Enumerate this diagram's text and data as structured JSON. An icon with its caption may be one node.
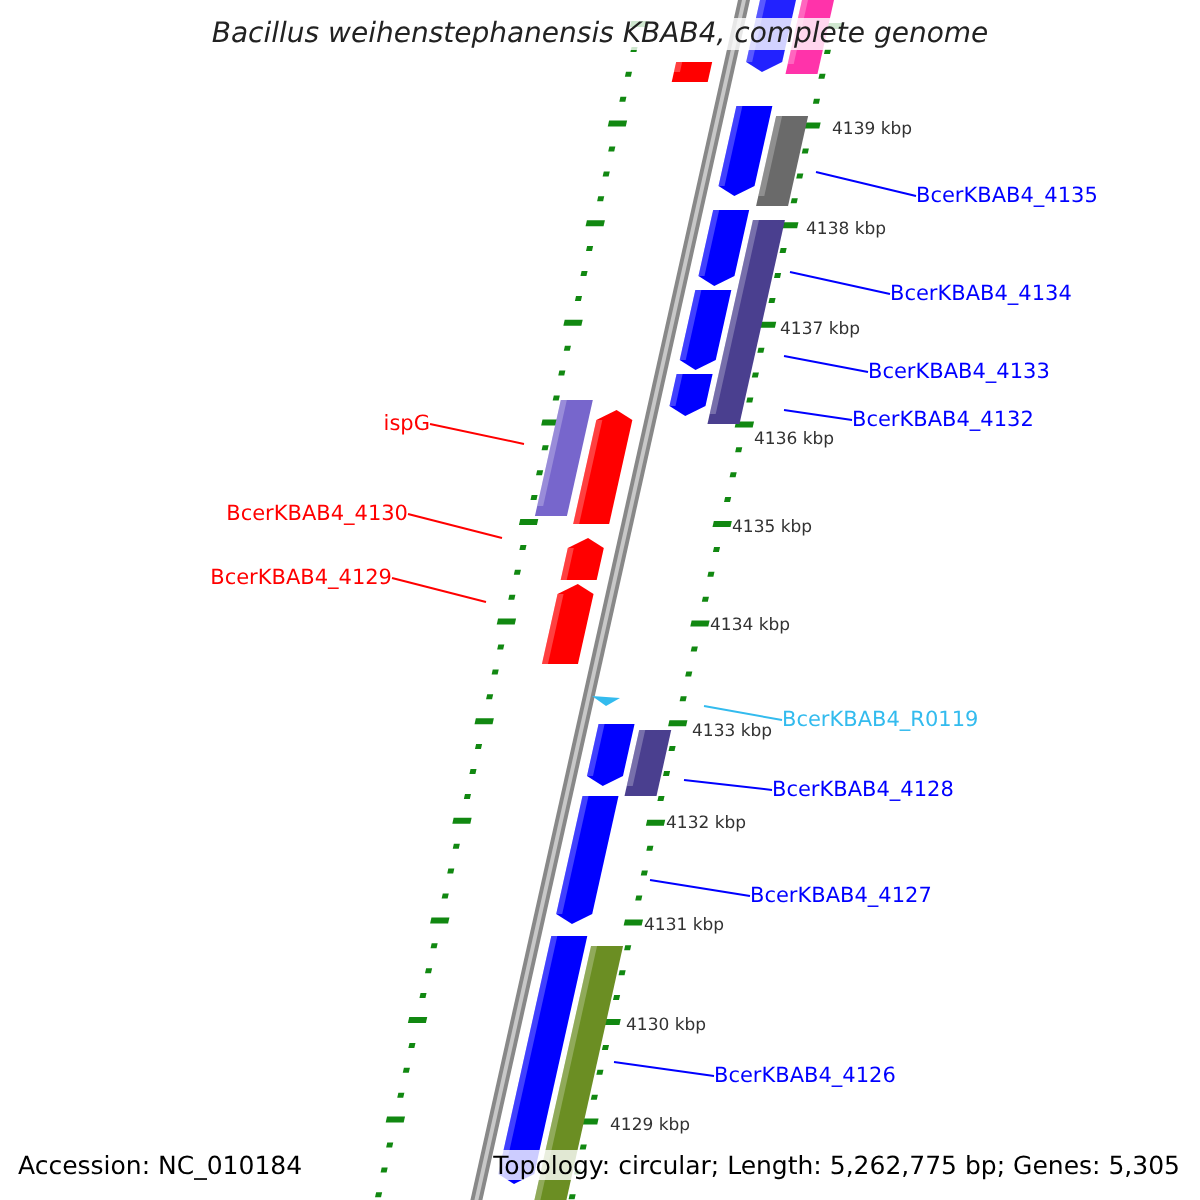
{
  "diagram": {
    "title": "Bacillus weihenstephanensis KBAB4, complete genome",
    "nodes": [
      {
        "text": [
          "BcerKBAB4_4135"
        ]
      },
      {
        "text": [
          "BcerKBAB4_4134"
        ]
      },
      {
        "text": [
          "BcerKBAB4_4133"
        ]
      },
      {
        "text": [
          "BcerKBAB4_4132"
        ]
      },
      {
        "text": [
          "ispG"
        ]
      },
      {
        "text": [
          "BcerKBAB4_4130"
        ]
      },
      {
        "text": [
          "BcerKBAB4_4129"
        ]
      },
      {
        "text": [
          "BcerKBAB4_R0119"
        ]
      },
      {
        "text": [
          "BcerKBAB4_4128"
        ]
      },
      {
        "text": [
          "BcerKBAB4_4127"
        ]
      },
      {
        "text": [
          "BcerKBAB4_4126"
        ]
      }
    ],
    "edges": [
      {
        "from": 0,
        "to": null,
        "arrow": "none"
      },
      {
        "from": 1,
        "to": null,
        "arrow": "none"
      },
      {
        "from": 2,
        "to": null,
        "arrow": "none"
      },
      {
        "from": 3,
        "to": null,
        "arrow": "none"
      },
      {
        "from": 4,
        "to": null,
        "arrow": "none",
        "color": "#ff0000"
      },
      {
        "from": 5,
        "to": null,
        "arrow": "none",
        "color": "#ff0000"
      },
      {
        "from": 6,
        "to": null,
        "arrow": "none",
        "color": "#ff0000"
      },
      {
        "from": 7,
        "to": null,
        "arrow": "none",
        "color": "#33bbee"
      },
      {
        "from": 8,
        "to": null,
        "arrow": "none"
      },
      {
        "from": 9,
        "to": null,
        "arrow": "none"
      },
      {
        "from": 10,
        "to": null,
        "arrow": "none"
      }
    ],
    "labels": [
      "4139 kbp",
      "4138 kbp",
      "4137 kbp",
      "4136 kbp",
      "4135 kbp",
      "4134 kbp",
      "4133 kbp",
      "4132 kbp",
      "4131 kbp",
      "4130 kbp",
      "4129 kbp",
      "Accession: NC_010184",
      "Topology: circular; Length: 5,262,775 bp; Genes: 5,305"
    ]
  }
}
